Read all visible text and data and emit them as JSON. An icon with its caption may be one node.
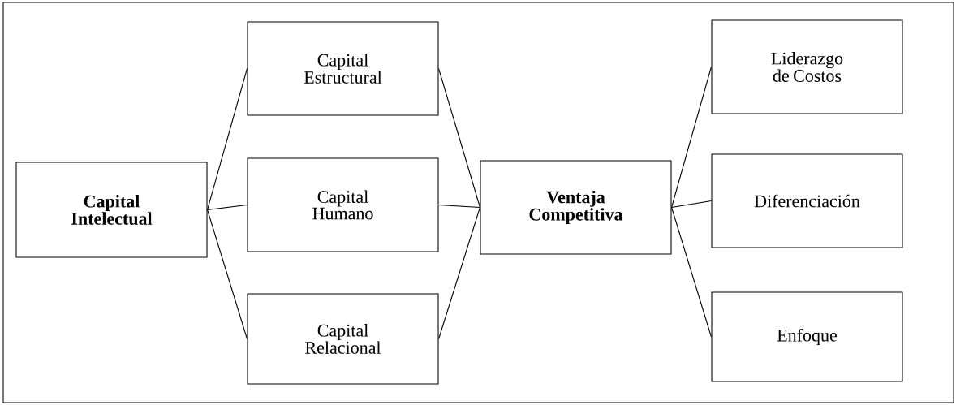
{
  "diagram": {
    "nodes": [
      {
        "text": [
          "Capital Intelectual"
        ]
      },
      {
        "text": [
          "Capital Estructural"
        ]
      },
      {
        "text": [
          "Capital Humano"
        ]
      },
      {
        "text": [
          "Capital Relacional"
        ]
      },
      {
        "text": [
          "Ventaja Competitiva"
        ]
      },
      {
        "text": [
          "Liderazgo de Costos"
        ]
      },
      {
        "text": [
          "Diferenciación"
        ]
      },
      {
        "text": [
          "Enfoque"
        ]
      }
    ],
    "edges": [
      {
        "from": 0,
        "to": 1,
        "arrow": "none"
      },
      {
        "from": 0,
        "to": 2,
        "arrow": "none"
      },
      {
        "from": 0,
        "to": 3,
        "arrow": "none"
      },
      {
        "from": 1,
        "to": 4,
        "arrow": "none"
      },
      {
        "from": 2,
        "to": 4,
        "arrow": "none"
      },
      {
        "from": 3,
        "to": 4,
        "arrow": "none"
      },
      {
        "from": 4,
        "to": 5,
        "arrow": "none"
      },
      {
        "from": 4,
        "to": 6,
        "arrow": "none"
      },
      {
        "from": 4,
        "to": 7,
        "arrow": "none"
      }
    ]
  }
}
